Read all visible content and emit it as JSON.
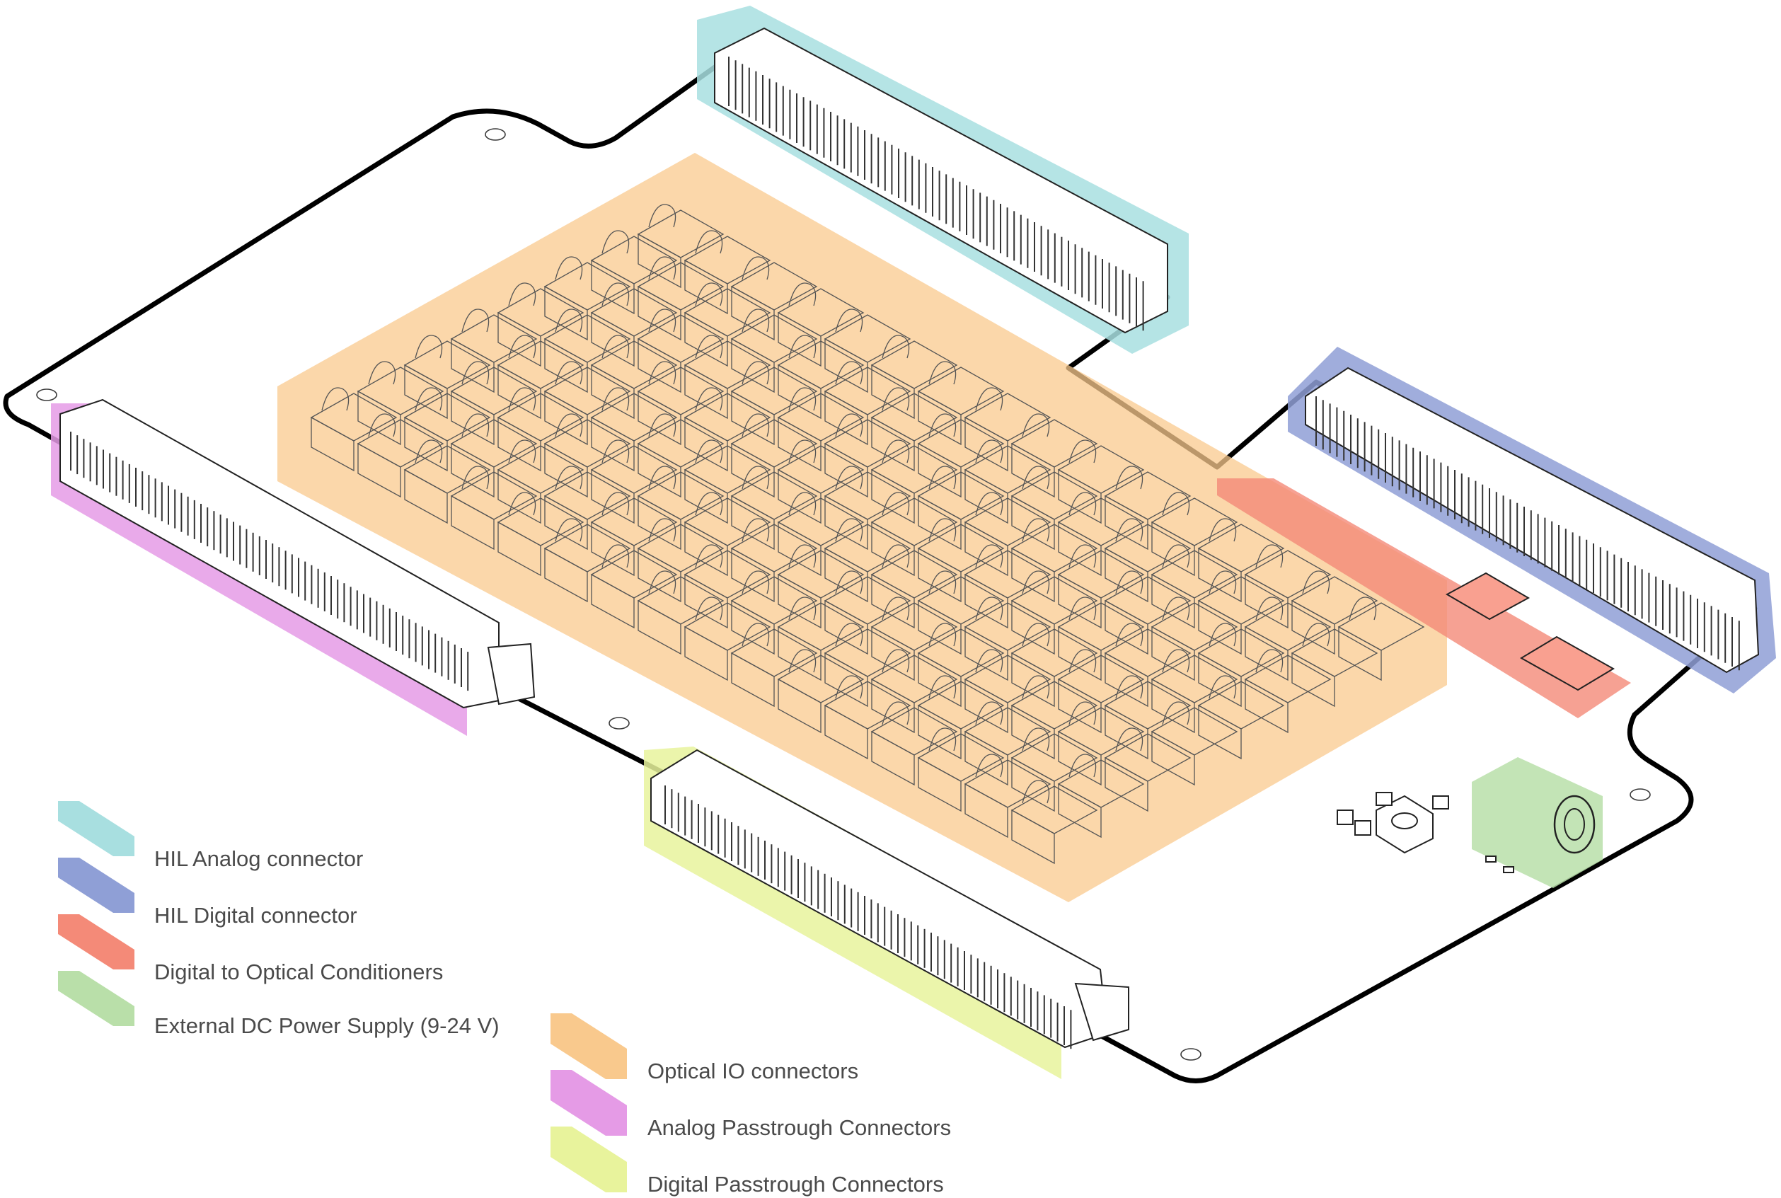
{
  "figure": "pcb-board-legend-diagram",
  "colors": {
    "hil_analog": "#a8dfe0",
    "hil_digital": "#8f9fd6",
    "digital_to_optical": "#f48a78",
    "dc_power": "#b9dfa9",
    "optical_io": "#f9c98d",
    "analog_passthrough": "#e59be6",
    "digital_passthrough": "#e8f39c"
  },
  "legend_left": [
    {
      "key": "hil_analog",
      "label": "HIL Analog connector"
    },
    {
      "key": "hil_digital",
      "label": "HIL Digital connector"
    },
    {
      "key": "digital_to_optical",
      "label": "Digital to Optical Conditioners"
    },
    {
      "key": "dc_power",
      "label": "External DC Power Supply (9-24 V)"
    }
  ],
  "legend_right": [
    {
      "key": "optical_io",
      "label": "Optical IO connectors"
    },
    {
      "key": "analog_passthrough",
      "label": "Analog Passtrough Connectors"
    },
    {
      "key": "digital_passthrough",
      "label": "Digital Passtrough Connectors"
    }
  ]
}
